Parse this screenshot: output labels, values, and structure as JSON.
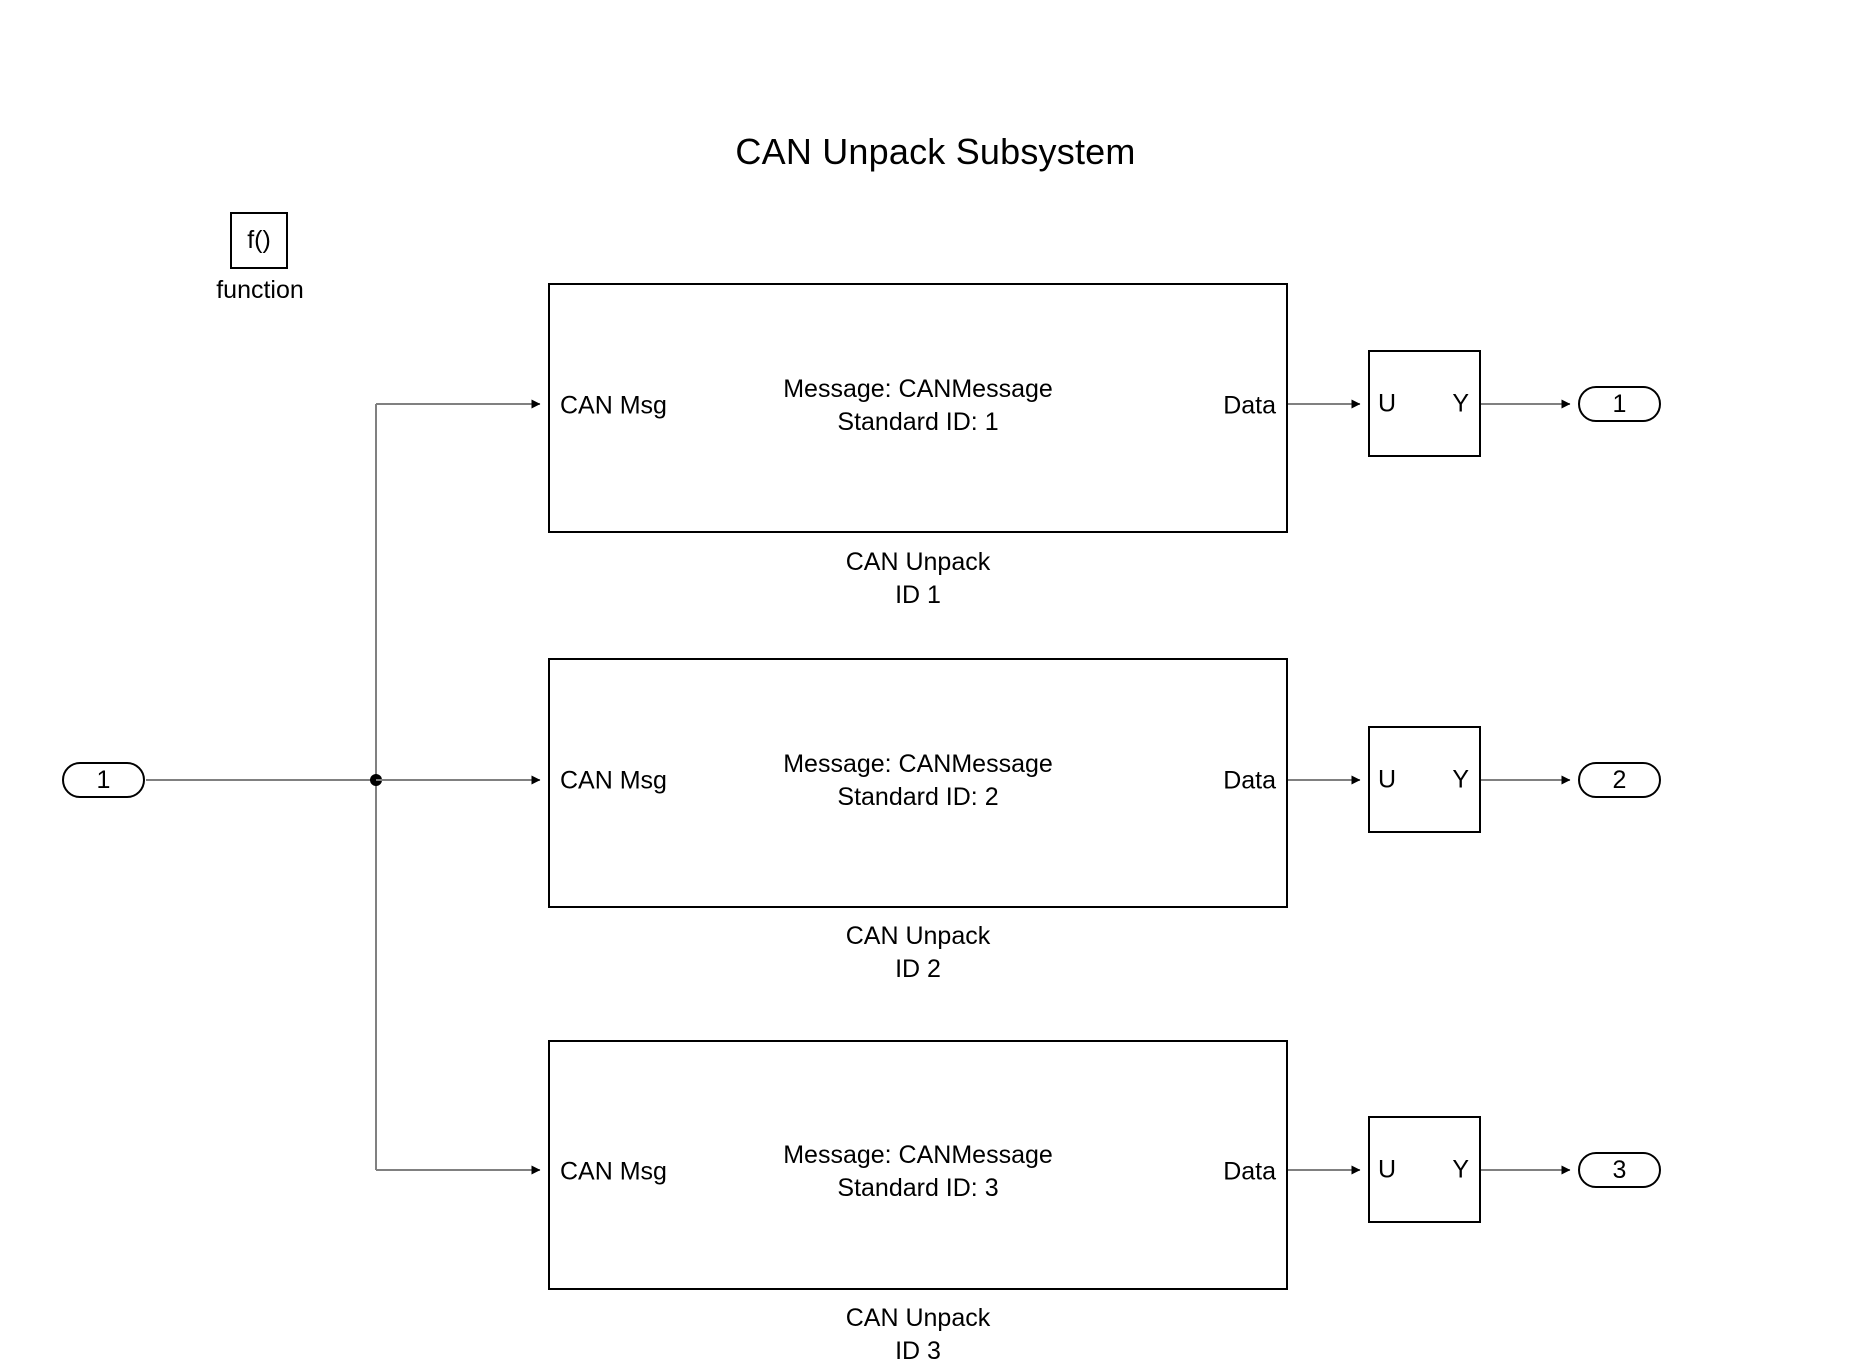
{
  "diagram": {
    "title": "CAN Unpack Subsystem",
    "background_color": "#ffffff",
    "line_color": "#808080",
    "stroke_color": "#000000"
  },
  "function_block": {
    "symbol": "f()",
    "caption": "function"
  },
  "input_port": {
    "label": "1"
  },
  "rows": [
    {
      "unpack": {
        "in_port_label": "CAN Msg",
        "center_line1": "Message: CANMessage",
        "center_line2": "Standard ID: 1",
        "out_port_label": "Data",
        "caption_line1": "CAN Unpack",
        "caption_line2": "ID 1"
      },
      "uy": {
        "in_label": "U",
        "out_label": "Y"
      },
      "out_port": {
        "label": "1"
      }
    },
    {
      "unpack": {
        "in_port_label": "CAN Msg",
        "center_line1": "Message: CANMessage",
        "center_line2": "Standard ID: 2",
        "out_port_label": "Data",
        "caption_line1": "CAN Unpack",
        "caption_line2": "ID 2"
      },
      "uy": {
        "in_label": "U",
        "out_label": "Y"
      },
      "out_port": {
        "label": "2"
      }
    },
    {
      "unpack": {
        "in_port_label": "CAN Msg",
        "center_line1": "Message: CANMessage",
        "center_line2": "Standard ID: 3",
        "out_port_label": "Data",
        "caption_line1": "CAN Unpack",
        "caption_line2": "ID 3"
      },
      "uy": {
        "in_label": "U",
        "out_label": "Y"
      },
      "out_port": {
        "label": "3"
      }
    }
  ]
}
